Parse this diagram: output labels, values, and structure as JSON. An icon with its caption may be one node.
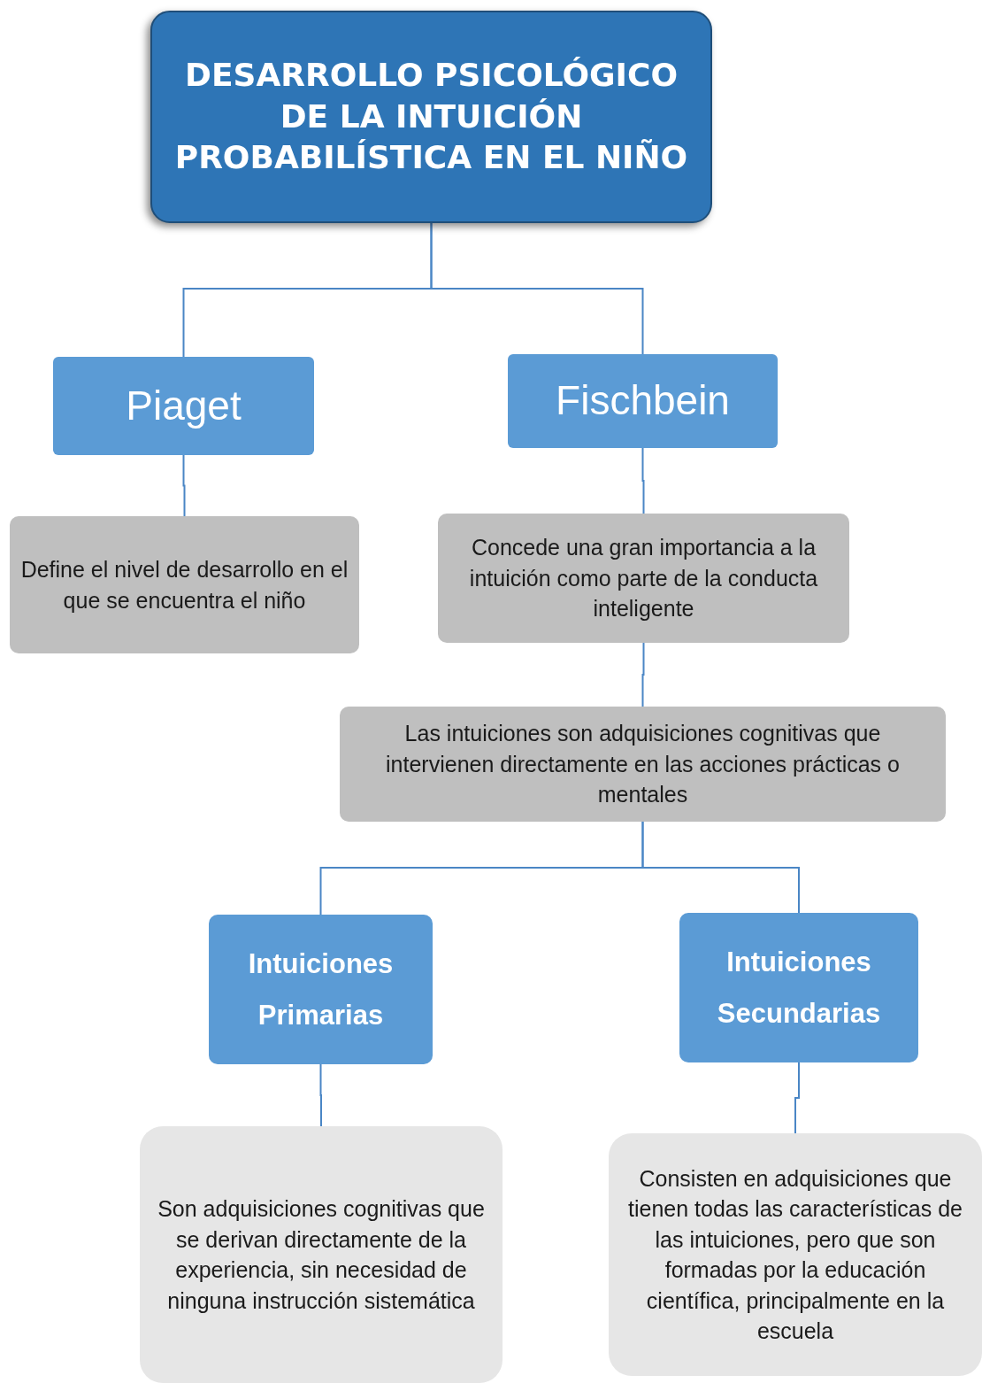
{
  "diagram": {
    "nodes": [
      {
        "text": [
          "DESARROLLO PSICOLÓGICO DE LA INTUICIÓN PROBABILÍSTICA EN EL NIÑO"
        ]
      },
      {
        "text": [
          "Piaget"
        ]
      },
      {
        "text": [
          "Fischbein"
        ]
      },
      {
        "text": [
          "Define el nivel de desarrollo en el que se encuentra el niño"
        ]
      },
      {
        "text": [
          "Concede una gran importancia a la intuición como parte de la conducta inteligente"
        ]
      },
      {
        "text": [
          "Las intuiciones son adquisiciones cognitivas que intervienen directamente en las acciones prácticas o mentales"
        ]
      },
      {
        "text": [
          "Intuiciones Primarias"
        ]
      },
      {
        "text": [
          "Intuiciones Secundarias"
        ]
      },
      {
        "text": [
          "Son adquisiciones cognitivas que se derivan directamente de la experiencia, sin necesidad de ninguna instrucción sistemática"
        ]
      },
      {
        "text": [
          "Consisten en adquisiciones que tienen todas las características de las intuiciones, pero que son formadas por la educación científica, principalmente en la escuela"
        ]
      }
    ],
    "edges": [
      {
        "from": 0,
        "to": 1,
        "arrow": "none"
      },
      {
        "from": 0,
        "to": 2,
        "arrow": "none"
      },
      {
        "from": 1,
        "to": 3,
        "arrow": "none"
      },
      {
        "from": 2,
        "to": 4,
        "arrow": "none"
      },
      {
        "from": 4,
        "to": 5,
        "arrow": "none"
      },
      {
        "from": 5,
        "to": 6,
        "arrow": "none"
      },
      {
        "from": 5,
        "to": 7,
        "arrow": "none"
      },
      {
        "from": 6,
        "to": 8,
        "arrow": "none"
      },
      {
        "from": 7,
        "to": 9,
        "arrow": "none"
      }
    ]
  }
}
